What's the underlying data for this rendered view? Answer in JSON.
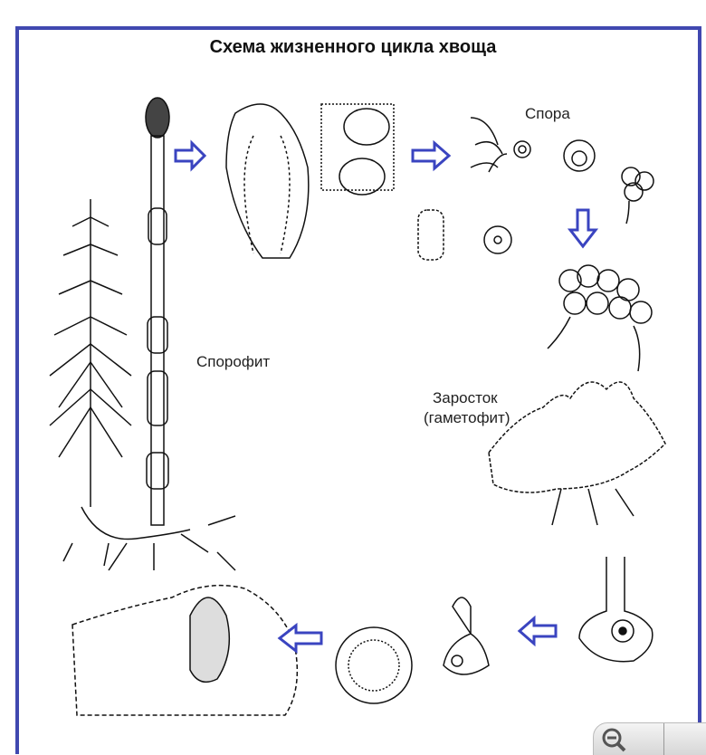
{
  "title": "Схема жизненного цикла хвоща",
  "labels": {
    "spore": "Спора",
    "sporophyte": "Спорофит",
    "gametophyte_line1": "Заросток",
    "gametophyte_line2": "(гаметофит)"
  },
  "colors": {
    "frame": "#4048b0",
    "arrow": "#3a44c0"
  },
  "zoom_control": {
    "icon": "zoom-out-icon"
  }
}
